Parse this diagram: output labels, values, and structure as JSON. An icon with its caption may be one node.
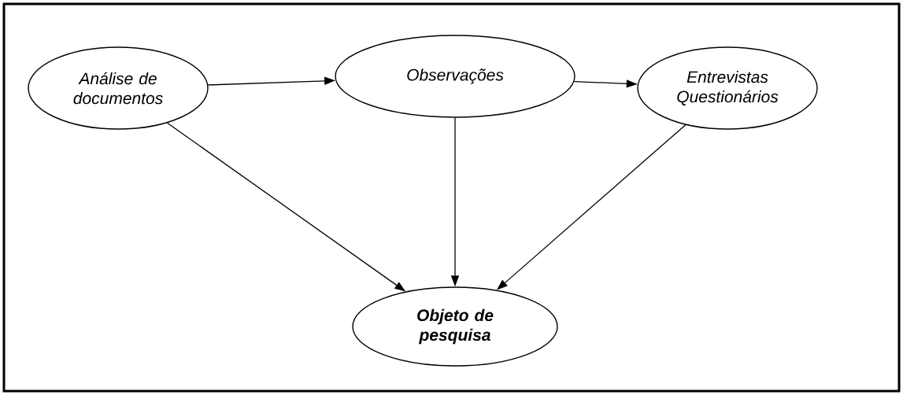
{
  "diagram": {
    "nodes": [
      {
        "text": [
          "Análise de documentos"
        ]
      },
      {
        "text": [
          "Observações"
        ]
      },
      {
        "text": [
          "Entrevistas Questionários"
        ]
      },
      {
        "text": [
          "Objeto de pesquisa"
        ]
      }
    ],
    "edges": [
      {
        "from": 0,
        "to": 1,
        "arrow": "to"
      },
      {
        "from": 1,
        "to": 2,
        "arrow": "to"
      },
      {
        "from": 0,
        "to": 3,
        "arrow": "to"
      },
      {
        "from": 1,
        "to": 3,
        "arrow": "to"
      },
      {
        "from": 2,
        "to": 3,
        "arrow": "to"
      }
    ]
  }
}
